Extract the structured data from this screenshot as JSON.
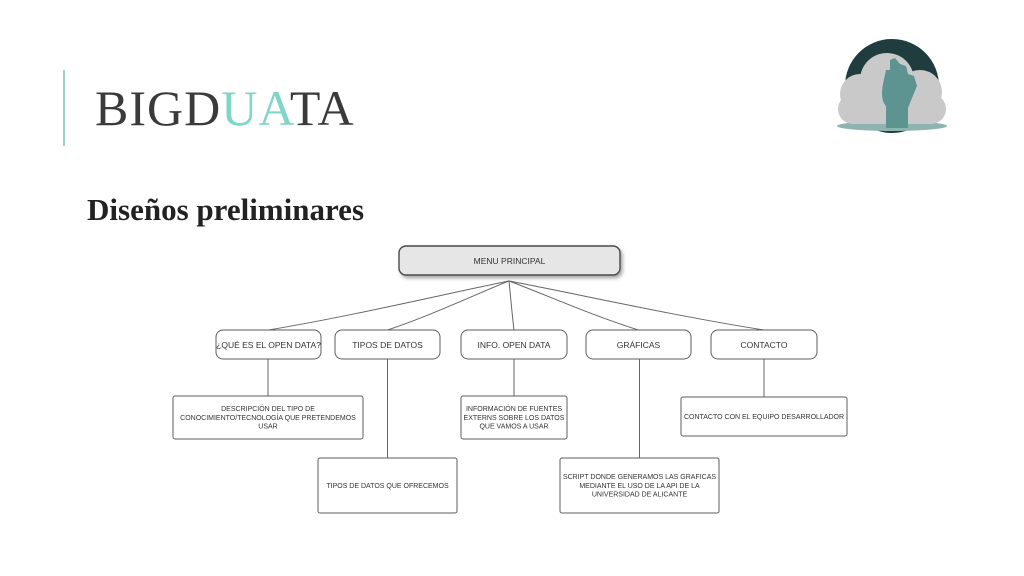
{
  "header": {
    "brand_part1": "BIGD",
    "brand_highlight": "UA",
    "brand_part2": "TA",
    "subtitle": "Diseños preliminares"
  },
  "logo": {
    "icon": "cloud-hand-icon"
  },
  "colors": {
    "accent": "#7fd6c8",
    "logo_dark": "#1f3c3f",
    "logo_cloud": "#c9c9c9",
    "logo_hand": "#5d9492"
  },
  "diagram": {
    "root": "MENU PRINCIPAL",
    "branches": [
      {
        "label": "¿QUÉ ES EL OPEN DATA?",
        "detail": [
          "DESCRIPCIÓN DEL TIPO DE",
          "CONOCIMIENTO/TECNOLOGÍA QUE PRETENDEMOS",
          "USAR"
        ]
      },
      {
        "label": "TIPOS DE DATOS",
        "detail": [
          "TIPOS DE DATOS QUE OFRECEMOS"
        ]
      },
      {
        "label": "INFO. OPEN DATA",
        "detail": [
          "INFORMACIÓN DE FUENTES",
          "EXTERNS SOBRE LOS DATOS",
          "QUE VAMOS A USAR"
        ]
      },
      {
        "label": "GRÁFICAS",
        "detail": [
          "SCRIPT DONDE GENERAMOS LAS GRAFICAS",
          "MEDIANTE EL USO DE LA API DE LA",
          "UNIVERSIDAD DE ALICANTE"
        ]
      },
      {
        "label": "CONTACTO",
        "detail": [
          "CONTACTO CON EL EQUIPO DESARROLLADOR"
        ]
      }
    ]
  }
}
